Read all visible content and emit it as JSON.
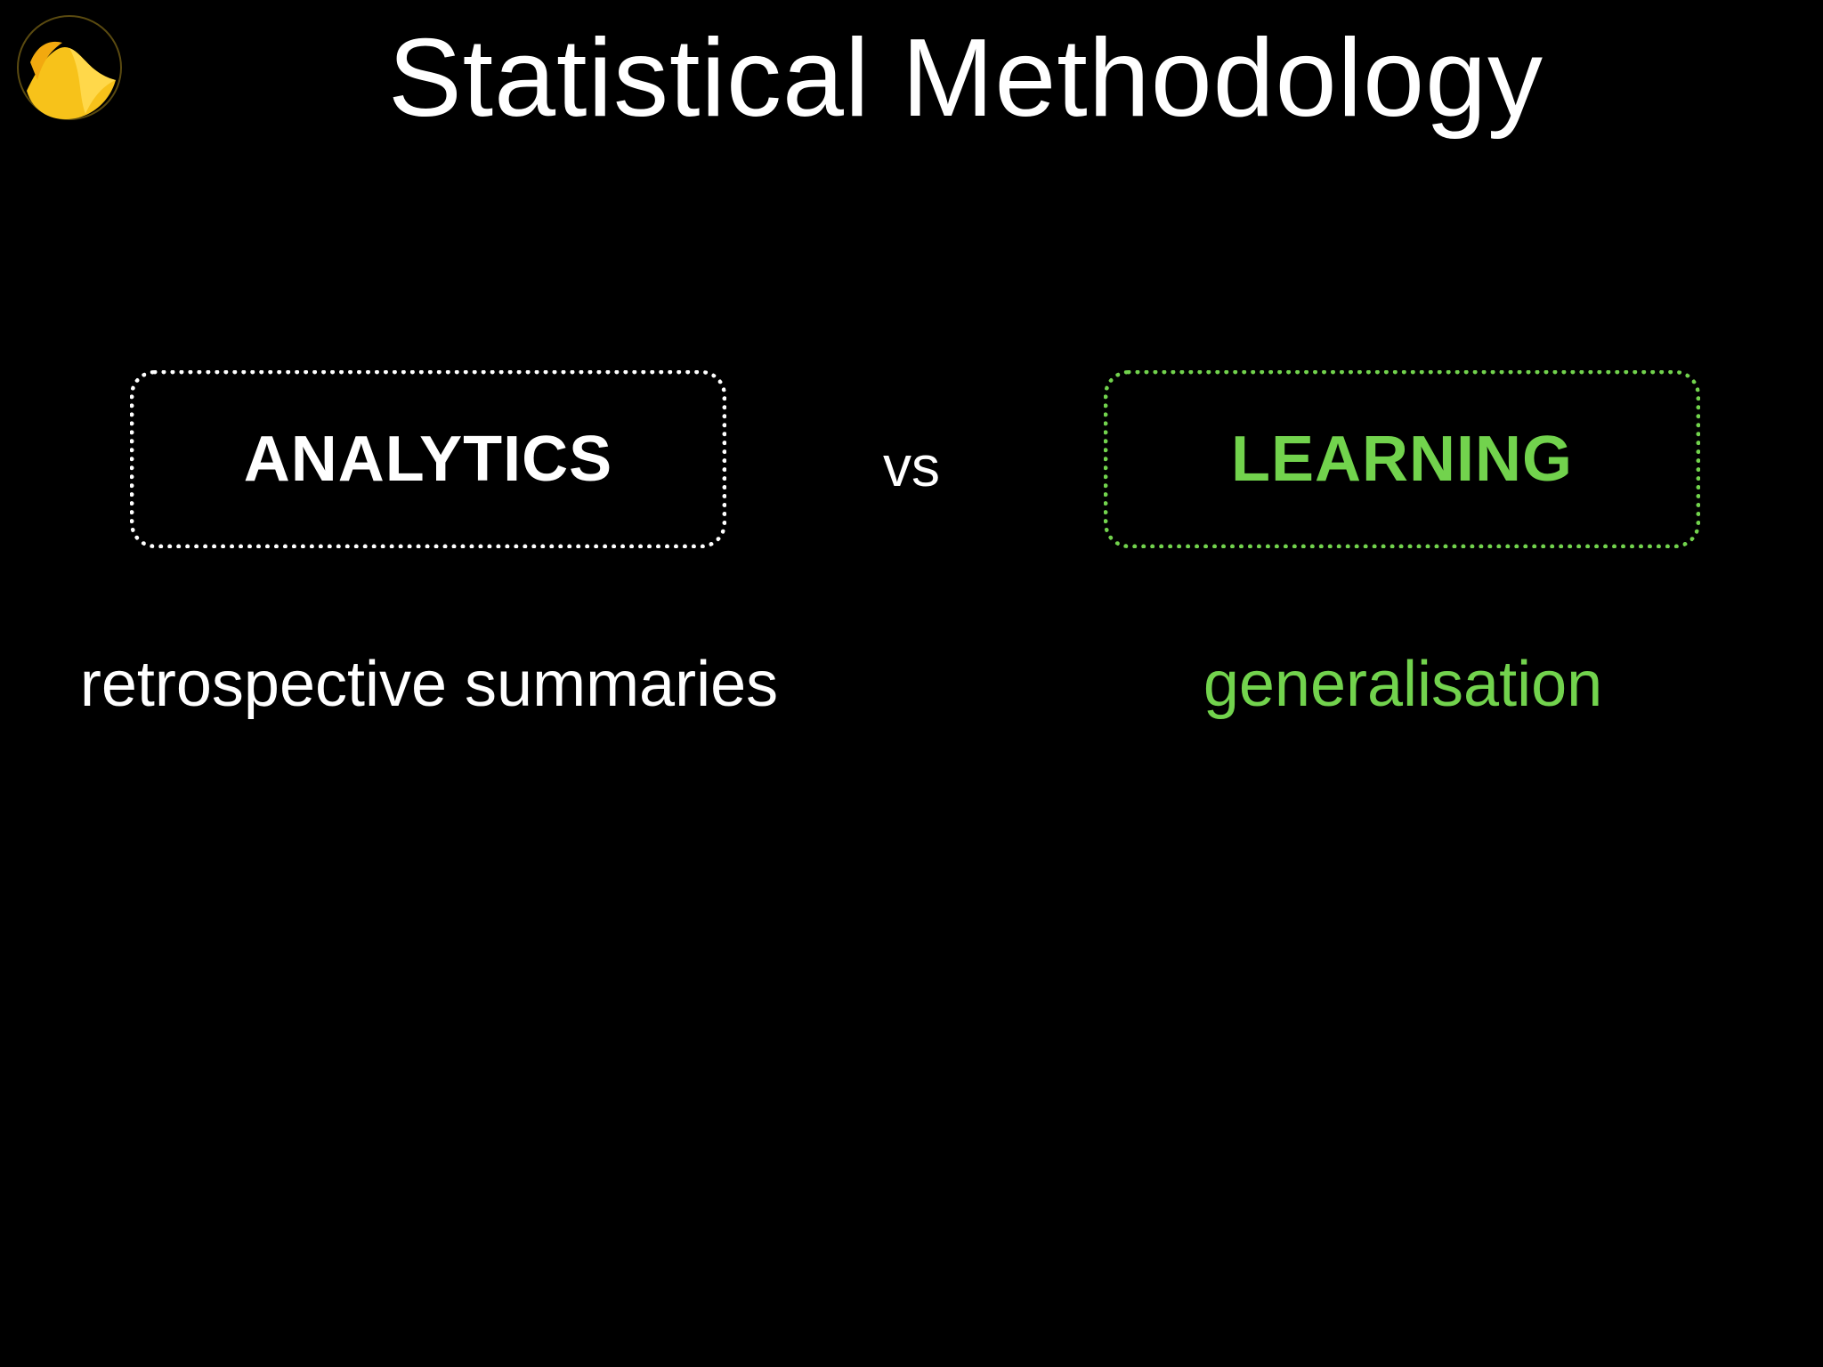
{
  "slide": {
    "title": "Statistical Methodology",
    "vs_label": "vs",
    "left": {
      "heading": "ANALYTICS",
      "description": "retrospective summaries",
      "color": "#ffffff"
    },
    "right": {
      "heading": "LEARNING",
      "description": "generalisation",
      "color": "#72d34d"
    },
    "logo_icon": "yellow-wave-logo-icon",
    "background_color": "#000000"
  }
}
